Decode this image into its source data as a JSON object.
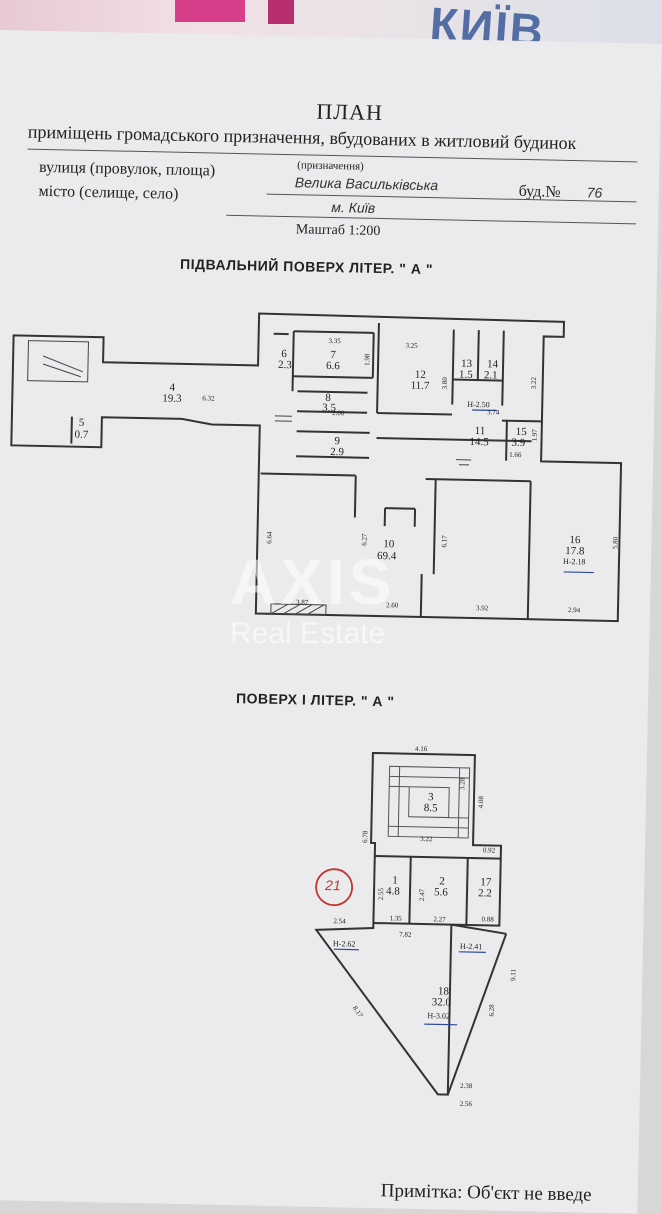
{
  "header": {
    "stamp_text": "КИЇВ",
    "title": "ПЛАН",
    "subtitle": "приміщень громадського призначення, вбудованих в житловий будинок",
    "purpose_caption": "(призначення)",
    "street_label": "вулиця (провулок, площа)",
    "street_value": "Велика Васильківська",
    "building_label": "буд.№",
    "building_value": "76",
    "city_label": "місто (селище, село)",
    "city_value": "м. Київ",
    "scale": "Маштаб 1:200"
  },
  "basement": {
    "heading": "ПІДВАЛЬНИЙ ПОВЕРХ  ЛІТЕР. \" А \"",
    "rooms": [
      {
        "no": "4",
        "area": "19.3"
      },
      {
        "no": "5",
        "area": "0.7"
      },
      {
        "no": "6",
        "area": "2.3"
      },
      {
        "no": "7",
        "area": "6.6"
      },
      {
        "no": "8",
        "area": "3.5"
      },
      {
        "no": "9",
        "area": "2.9"
      },
      {
        "no": "10",
        "area": "69.4"
      },
      {
        "no": "11",
        "area": "14.5"
      },
      {
        "no": "12",
        "area": "11.7"
      },
      {
        "no": "13",
        "area": "1.5"
      },
      {
        "no": "14",
        "area": "2.1"
      },
      {
        "no": "15",
        "area": "3.9"
      },
      {
        "no": "16",
        "area": "17.8"
      }
    ],
    "heights": [
      "Н-2.50",
      "Н-2.18"
    ],
    "dims": [
      "3.35",
      "3.25",
      "1.98",
      "3.80",
      "3.22",
      "6.32",
      "3.74",
      "1.97",
      "1.66",
      "2.00",
      "6.64",
      "6.27",
      "6.17",
      "5.80",
      "3.87",
      "2.60",
      "3.92",
      "2.94"
    ]
  },
  "first_floor": {
    "heading": "ПОВЕРХ  І  ЛІТЕР. \" А \"",
    "unit_mark": "21",
    "rooms": [
      {
        "no": "1",
        "area": "4.8"
      },
      {
        "no": "2",
        "area": "5.6"
      },
      {
        "no": "3",
        "area": "8.5"
      },
      {
        "no": "17",
        "area": "2.2"
      },
      {
        "no": "18",
        "area": "32.0"
      }
    ],
    "heights": [
      "Н-2.62",
      "Н-2.41",
      "Н-3.02"
    ],
    "dims": [
      "4.16",
      "3.28",
      "4.08",
      "6.78",
      "3.22",
      "0.92",
      "2.55",
      "2.47",
      "2.54",
      "1.35",
      "2.27",
      "0.88",
      "7.82",
      "9.11",
      "6.28",
      "8.17",
      "2.38",
      "2.56"
    ]
  },
  "watermark": {
    "brand": "AXIS",
    "tagline": "Real Estate"
  },
  "footer_note": "Примітка: Об'єкт не введе"
}
